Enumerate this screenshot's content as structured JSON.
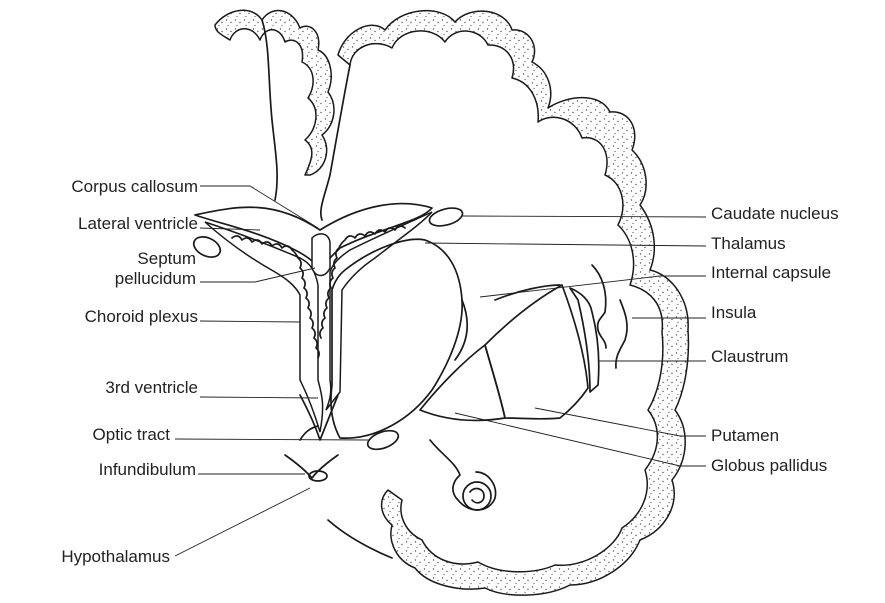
{
  "colors": {
    "background": "#ffffff",
    "ink": "#1a1a1a",
    "thalamus_fill": "#c9c9c9",
    "putamen_fill": "#c9c9c9",
    "globus_pallidus_fill": "#e8e8e8",
    "claustrum_fill": "#bdbdbd"
  },
  "labels": {
    "corpus_callosum": "Corpus callosum",
    "lateral_ventricle": "Lateral ventricle",
    "septum_line1": "Septum",
    "septum_line2": "pellucidum",
    "choroid_plexus": "Choroid plexus",
    "third_ventricle": "3rd ventricle",
    "optic_tract": "Optic tract",
    "infundibulum": "Infundibulum",
    "hypothalamus": "Hypothalamus",
    "caudate_nucleus": "Caudate nucleus",
    "thalamus": "Thalamus",
    "internal_capsule": "Internal capsule",
    "insula": "Insula",
    "claustrum": "Claustrum",
    "putamen": "Putamen",
    "globus_pallidus": "Globus pallidus"
  }
}
